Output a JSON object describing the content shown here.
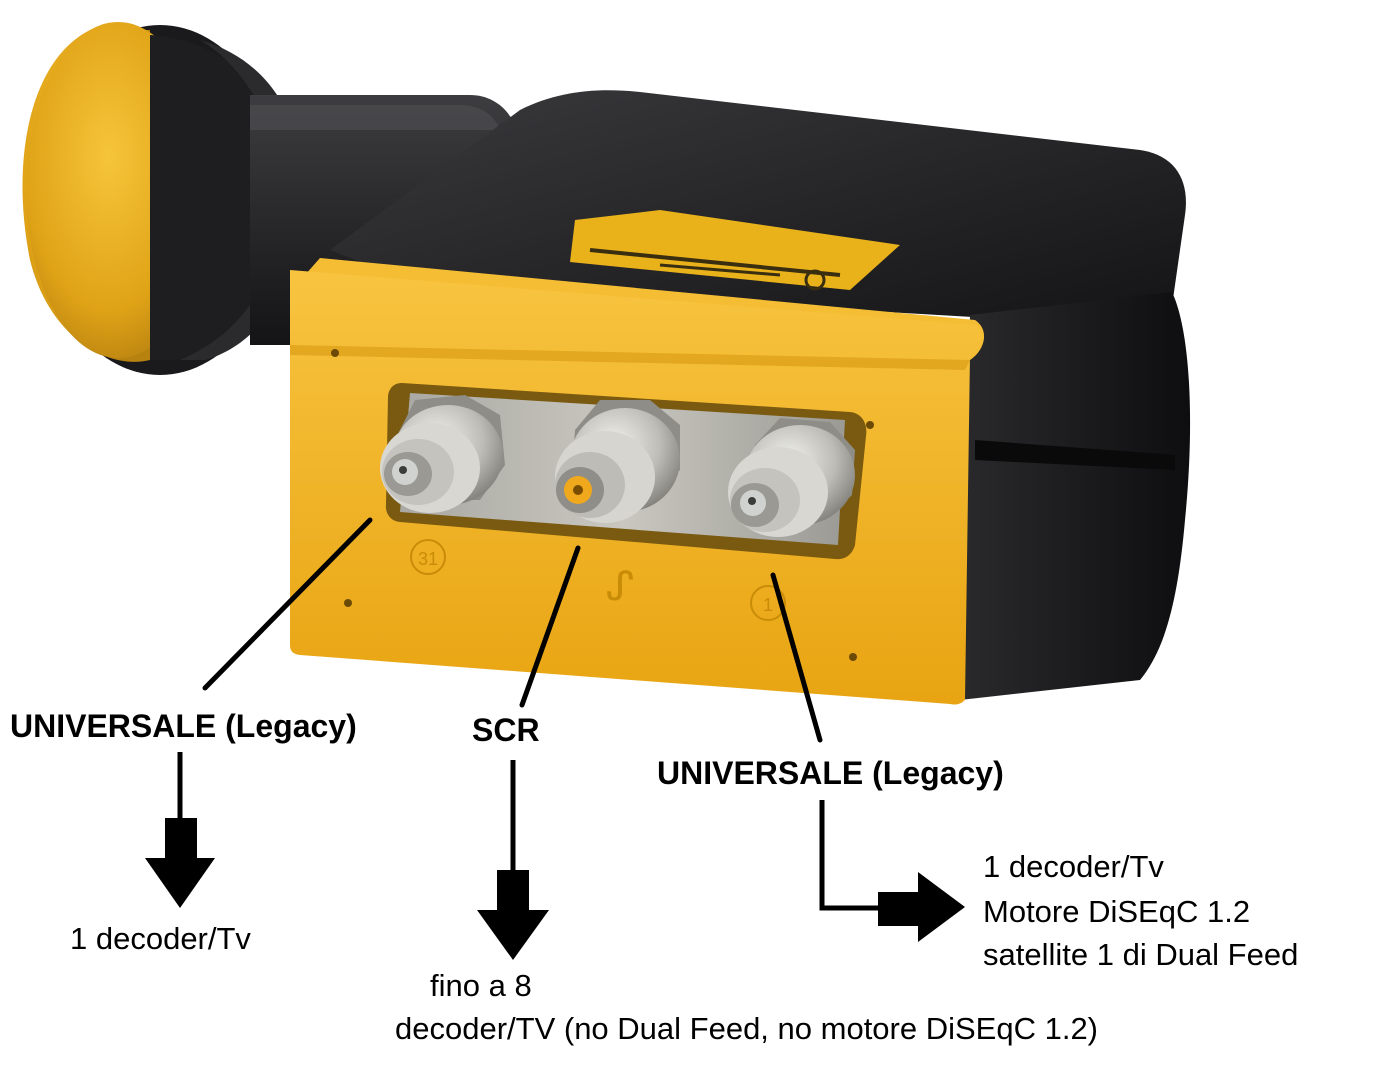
{
  "labels": {
    "left_port": "UNIVERSALE (Legacy)",
    "middle_port": "SCR",
    "right_port": "UNIVERSALE (Legacy)"
  },
  "outputs": {
    "left": "1 decoder/Tv",
    "middle_line1": "fino a 8",
    "middle_line2": "decoder/TV (no Dual Feed, no motore DiSEqC 1.2)",
    "right_line1": "1 decoder/Tv",
    "right_line2": "Motore DiSEqC 1.2",
    "right_line3": "satellite 1 di Dual Feed"
  },
  "device_markings": {
    "left_port_number": "31",
    "right_port_number": "1",
    "logo": "ᔑ"
  },
  "colors": {
    "lnb_yellow": "#f2b21a",
    "lnb_black": "#1b1b1d",
    "connector_metal": "#b9b9b4"
  }
}
